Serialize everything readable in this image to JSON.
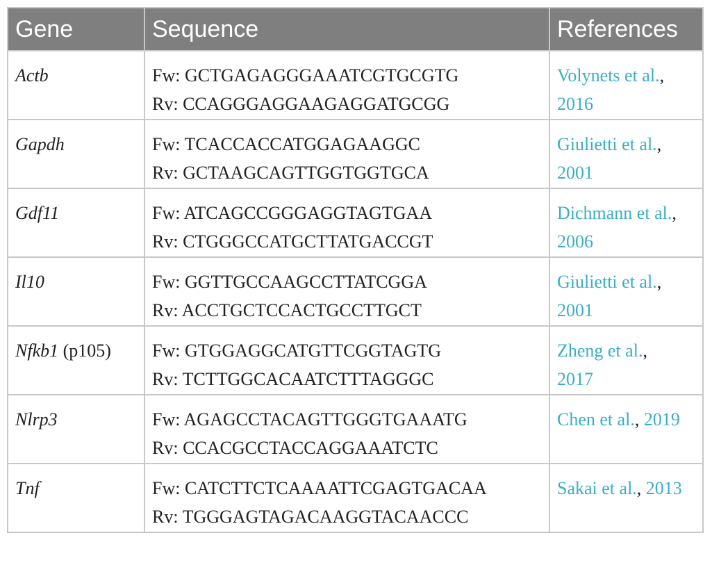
{
  "header": {
    "gene": "Gene",
    "sequence": "Sequence",
    "references": "References"
  },
  "colors": {
    "header_bg": "#7f7f7f",
    "link": "#3aaec5",
    "border": "#c8c8c8"
  },
  "rows": [
    {
      "gene": "Actb",
      "gene_suffix": "",
      "fw": "Fw: GCTGAGAGGGAAATCGTGCGTG",
      "rv": "Rv: CCAGGGAGGAAGAGGATGCGG",
      "ref_authors": "Volynets et al.",
      "ref_sep1": ",",
      "ref_year": "2016"
    },
    {
      "gene": "Gapdh",
      "gene_suffix": "",
      "fw": "Fw: TCACCACCATGGAGAAGGC",
      "rv": "Rv: GCTAAGCAGTTGGTGGTGCA",
      "ref_authors": "Giulietti et al.",
      "ref_sep1": ",",
      "ref_year": "2001"
    },
    {
      "gene": "Gdf11",
      "gene_suffix": "",
      "fw": "Fw: ATCAGCCGGGAGGTAGTGAA",
      "rv": "Rv: CTGGGCCATGCTTATGACCGT",
      "ref_authors": "Dichmann et al.",
      "ref_sep1": ",",
      "ref_year": "2006"
    },
    {
      "gene": "Il10",
      "gene_suffix": "",
      "fw": "Fw: GGTTGCCAAGCCTTATCGGA",
      "rv": "Rv: ACCTGCTCCACTGCCTTGCT",
      "ref_authors": "Giulietti et al.",
      "ref_sep1": ",",
      "ref_year": "2001"
    },
    {
      "gene": "Nfkb1",
      "gene_suffix": " (p105)",
      "fw": "Fw: GTGGAGGCATGTTCGGTAGTG",
      "rv": "Rv: TCTTGGCACAATCTTTAGGGC",
      "ref_authors": "Zheng et al.",
      "ref_sep1": ",",
      "ref_year": "2017"
    },
    {
      "gene": "Nlrp3",
      "gene_suffix": "",
      "fw": "Fw: AGAGCCTACAGTTGGGTGAAATG",
      "rv": "Rv: CCACGCCTACCAGGAAATCTC",
      "ref_authors": "Chen et al.",
      "ref_sep1": ", ",
      "ref_year": "2019"
    },
    {
      "gene": "Tnf",
      "gene_suffix": "",
      "fw": "Fw: CATCTTCTCAAAATTCGAGTGACAA",
      "rv": "Rv: TGGGAGTAGACAAGGTACAACCC",
      "ref_authors": "Sakai et al.",
      "ref_sep1": ", ",
      "ref_year": "2013"
    }
  ]
}
